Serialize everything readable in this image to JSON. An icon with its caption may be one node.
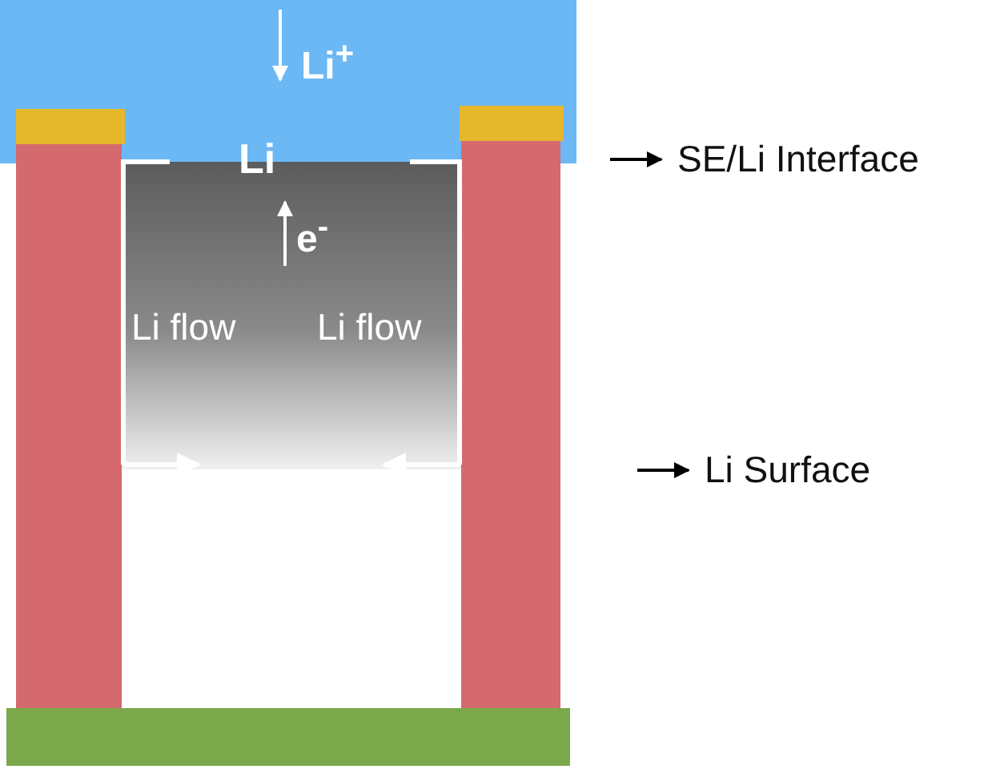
{
  "diagram": {
    "nodes": [
      {
        "text": [
          "SE/Li Interface"
        ]
      },
      {
        "text": [
          "Li Surface"
        ]
      }
    ],
    "edges": [
      {
        "from": null,
        "to": 0,
        "arrow": "to"
      },
      {
        "from": null,
        "to": 1,
        "arrow": "to"
      }
    ],
    "labels": [
      "Li$^{+}$",
      "Li",
      "e$^{-}$",
      "Li flow",
      "Li flow"
    ]
  }
}
